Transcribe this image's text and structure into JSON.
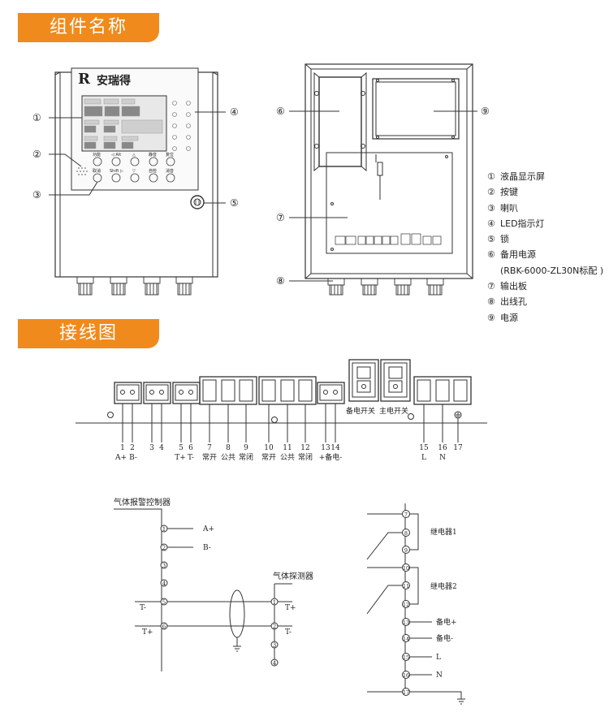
{
  "sections": {
    "components_title": "组件名称",
    "wiring_title": "接线图"
  },
  "device": {
    "brand": "安瑞得",
    "callouts": [
      "①",
      "②",
      "③",
      "④",
      "⑤",
      "⑥",
      "⑦",
      "⑧",
      "⑨"
    ],
    "key_labels_top": [
      "功能",
      "◁ Alt",
      "△",
      "静音",
      "复位"
    ],
    "key_labels_bottom": [
      "取消",
      "Shift ▷",
      "▽",
      "自检",
      "消音"
    ]
  },
  "legend": [
    {
      "num": "①",
      "text": "液晶显示屏"
    },
    {
      "num": "②",
      "text": "按键"
    },
    {
      "num": "③",
      "text": "喇叭"
    },
    {
      "num": "④",
      "text": "LED指示灯"
    },
    {
      "num": "⑤",
      "text": "锁"
    },
    {
      "num": "⑥",
      "text": "备用电源"
    },
    {
      "num": "",
      "text": "(RBK-6000-ZL30N标配 )"
    },
    {
      "num": "⑦",
      "text": "输出板"
    },
    {
      "num": "⑧",
      "text": "出线孔"
    },
    {
      "num": "⑨",
      "text": "电源"
    }
  ],
  "terminal_strip": {
    "switch_labels": [
      "备电开关",
      "主电开关"
    ],
    "numbers": [
      "1",
      "2",
      "3",
      "4",
      "5",
      "6",
      "7",
      "8",
      "9",
      "10",
      "11",
      "12",
      "13",
      "14",
      "15",
      "16",
      "17"
    ],
    "labels": {
      "t1": "A+",
      "t2": "B-",
      "t5": "T+",
      "t6": "T-",
      "t7": "常开",
      "t8": "公共",
      "t9": "常闭",
      "t10": "常开",
      "t11": "公共",
      "t12": "常闭",
      "t13_14": "+备电-",
      "t15": "L",
      "t16": "N"
    }
  },
  "wiring_left": {
    "controller_title": "气体报警控制器",
    "detector_title": "气体探测器",
    "a_plus": "A+",
    "b_minus": "B-",
    "t_minus_left": "T-",
    "t_plus_left": "T+",
    "t_plus_right": "T+",
    "t_minus_right": "T-",
    "nodes_left": [
      "1",
      "2",
      "3",
      "4",
      "5",
      "6"
    ],
    "nodes_right": [
      "1",
      "2",
      "3",
      "4"
    ]
  },
  "wiring_right": {
    "relay1": "继电器1",
    "relay2": "继电器2",
    "bat_plus": "备电+",
    "bat_minus": "备电-",
    "L": "L",
    "N": "N",
    "nodes": [
      "7",
      "8",
      "9",
      "10",
      "11",
      "12",
      "13",
      "14",
      "15",
      "16",
      "17"
    ]
  }
}
